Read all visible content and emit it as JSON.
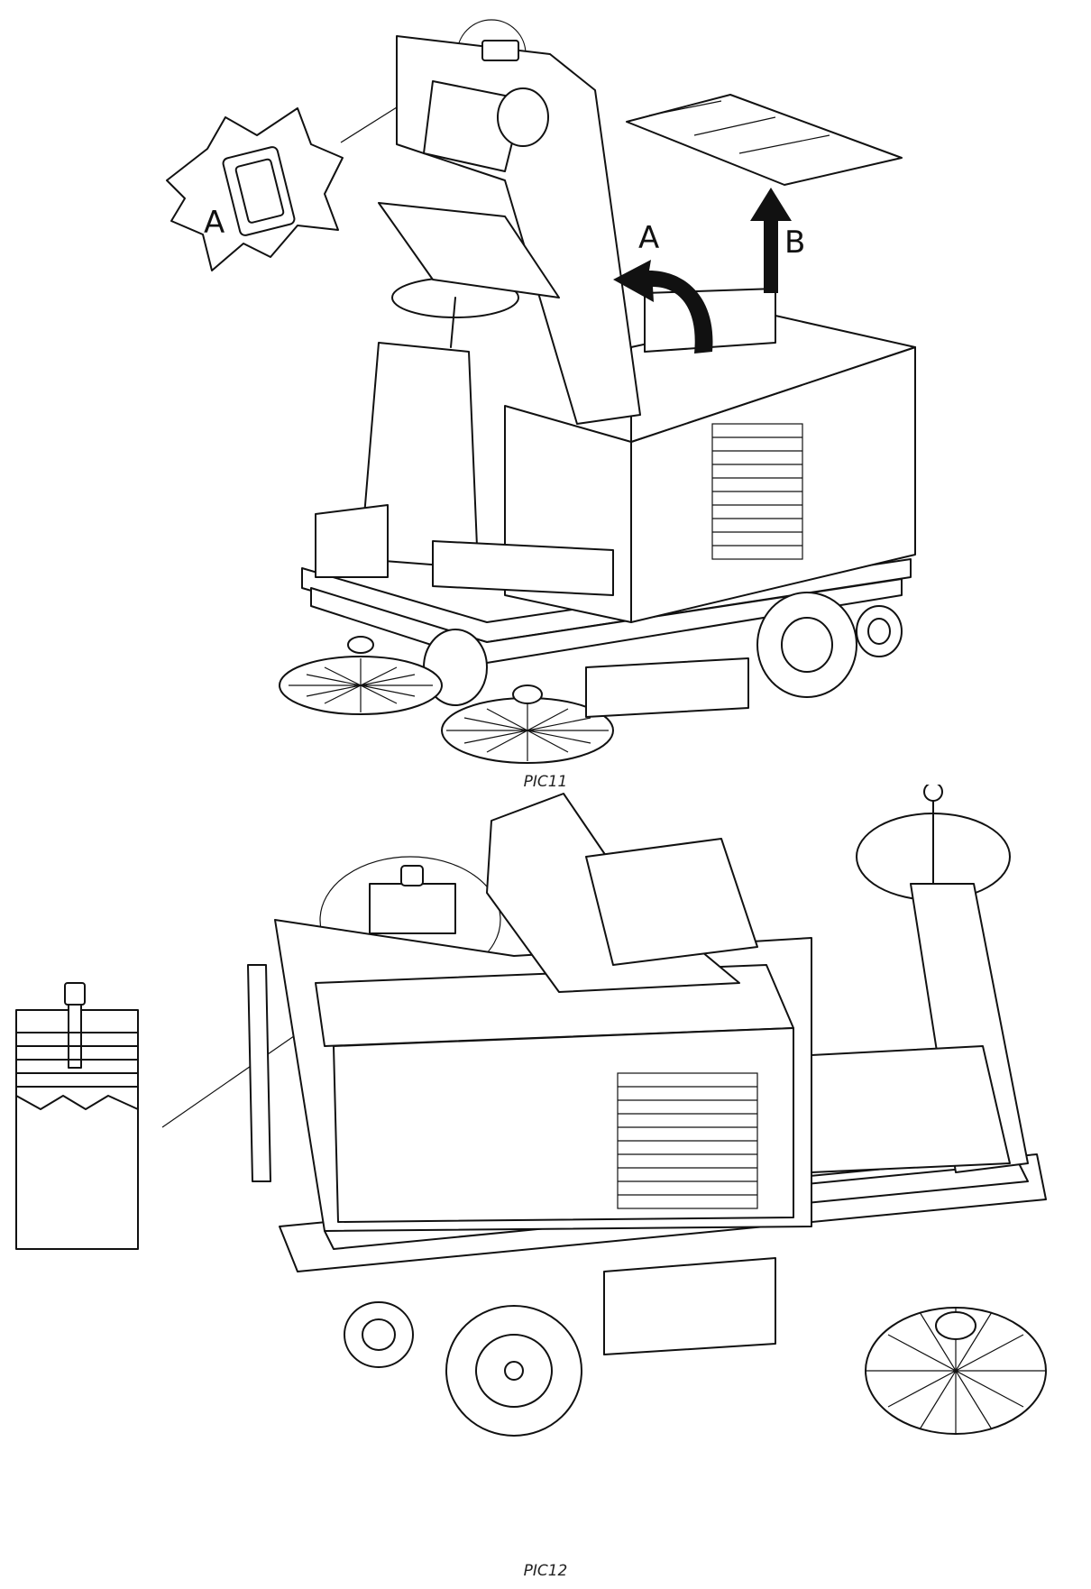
{
  "figures": [
    {
      "id": "pic11",
      "caption": "PIC11",
      "callouts": {
        "detail_label": "A",
        "arrow_a_label": "A",
        "arrow_b_label": "B"
      }
    },
    {
      "id": "pic12",
      "caption": "PIC12"
    }
  ]
}
